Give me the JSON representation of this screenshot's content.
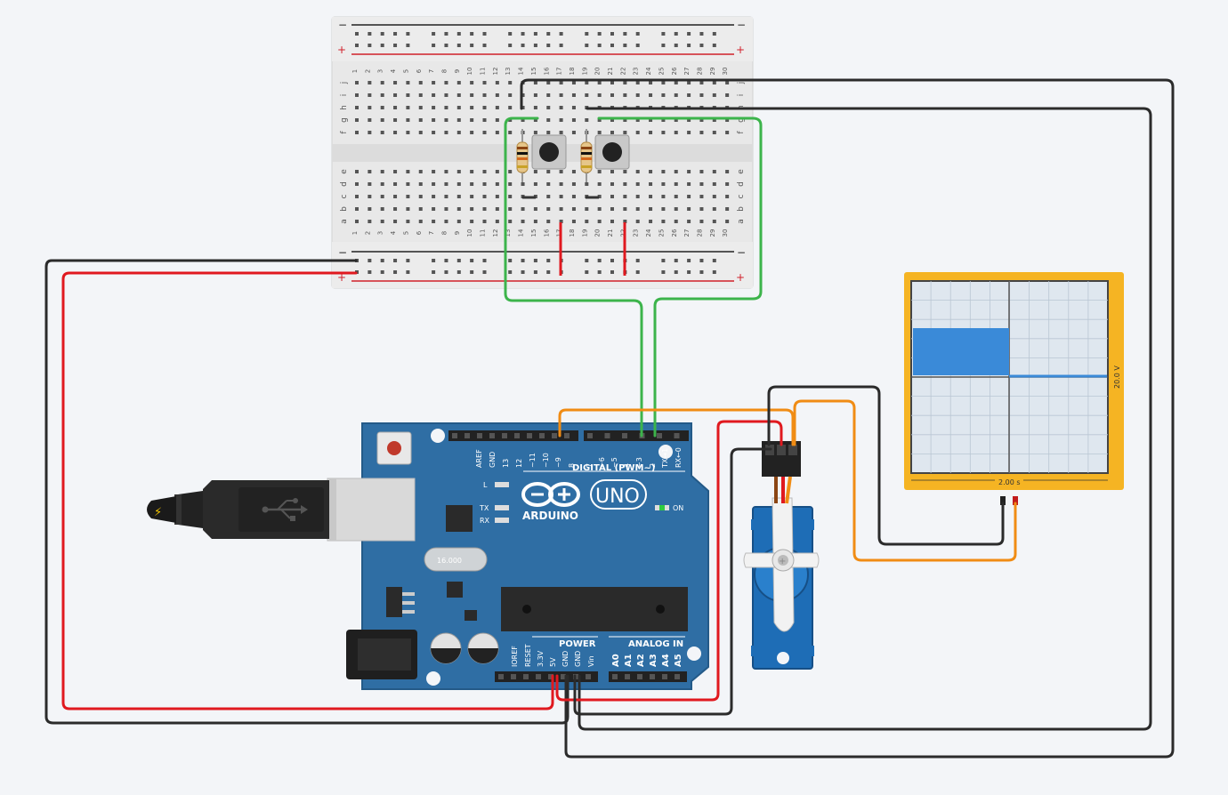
{
  "breadboard": {
    "column_numbers": [
      "1",
      "2",
      "3",
      "4",
      "5",
      "6",
      "7",
      "8",
      "9",
      "10",
      "11",
      "12",
      "13",
      "14",
      "15",
      "16",
      "17",
      "18",
      "19",
      "20",
      "21",
      "22",
      "23",
      "24",
      "25",
      "26",
      "27",
      "28",
      "29",
      "30"
    ],
    "top_row_letters": [
      "j",
      "i",
      "h",
      "g",
      "f"
    ],
    "bottom_row_letters": [
      "e",
      "d",
      "c",
      "b",
      "a"
    ],
    "rail_minus": "−",
    "rail_plus": "+"
  },
  "arduino": {
    "brand": "ARDUINO",
    "model": "UNO",
    "digital_label": "DIGITAL (PWM~)",
    "power_label": "POWER",
    "analog_label": "ANALOG IN",
    "on_label": "ON",
    "led_l": "L",
    "led_tx": "TX",
    "led_rx": "RX",
    "crystal_label": "16.000",
    "digital_pins": [
      "AREF",
      "GND",
      "13",
      "12",
      "~11",
      "~10",
      "~9",
      "8",
      "7",
      "~6",
      "~5",
      "4",
      "~3",
      "2",
      "TX→1",
      "RX←0"
    ],
    "power_pins": [
      "IOREF",
      "RESET",
      "3.3V",
      "5V",
      "GND",
      "GND",
      "Vin"
    ],
    "analog_pins": [
      "A0",
      "A1",
      "A2",
      "A3",
      "A4",
      "A5"
    ]
  },
  "oscilloscope": {
    "voltage_label": "20.0 V",
    "time_label": "2.00 s"
  },
  "colors": {
    "background": "#f3f5f8",
    "arduino_board": "#2f6ea4",
    "wire_black": "#2b2b2b",
    "wire_red": "#e0191f",
    "wire_green": "#3cb44b",
    "wire_orange": "#f08c14",
    "scope_frame": "#f5b423",
    "servo_body": "#1e6db6",
    "signal": "#3a8ad8"
  }
}
